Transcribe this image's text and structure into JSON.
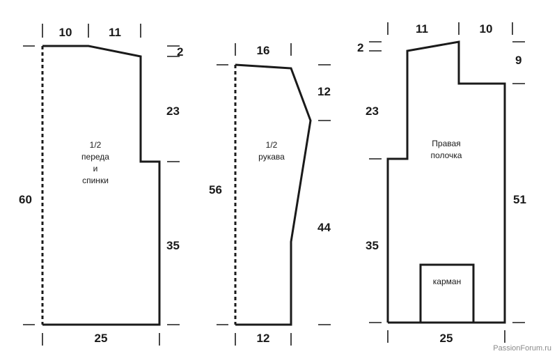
{
  "piece1": {
    "label": [
      "1/2",
      "переда",
      "и",
      "спинки"
    ],
    "dims": {
      "top_left": "10",
      "top_right": "11",
      "shoulder_drop": "2",
      "armhole": "23",
      "side": "35",
      "height": "60",
      "bottom": "25"
    }
  },
  "piece2": {
    "label": [
      "1/2",
      "рукава"
    ],
    "dims": {
      "top": "16",
      "cap": "12",
      "sleeve": "44",
      "height": "56",
      "bottom": "12"
    }
  },
  "piece3": {
    "label": [
      "Правая",
      "полочка"
    ],
    "pocket_label": "карман",
    "dims": {
      "top_left": "11",
      "top_right": "10",
      "shoulder_drop": "2",
      "neck": "9",
      "armhole": "23",
      "side": "35",
      "front": "51",
      "bottom": "25"
    }
  },
  "watermark": "PassionForum.ru"
}
